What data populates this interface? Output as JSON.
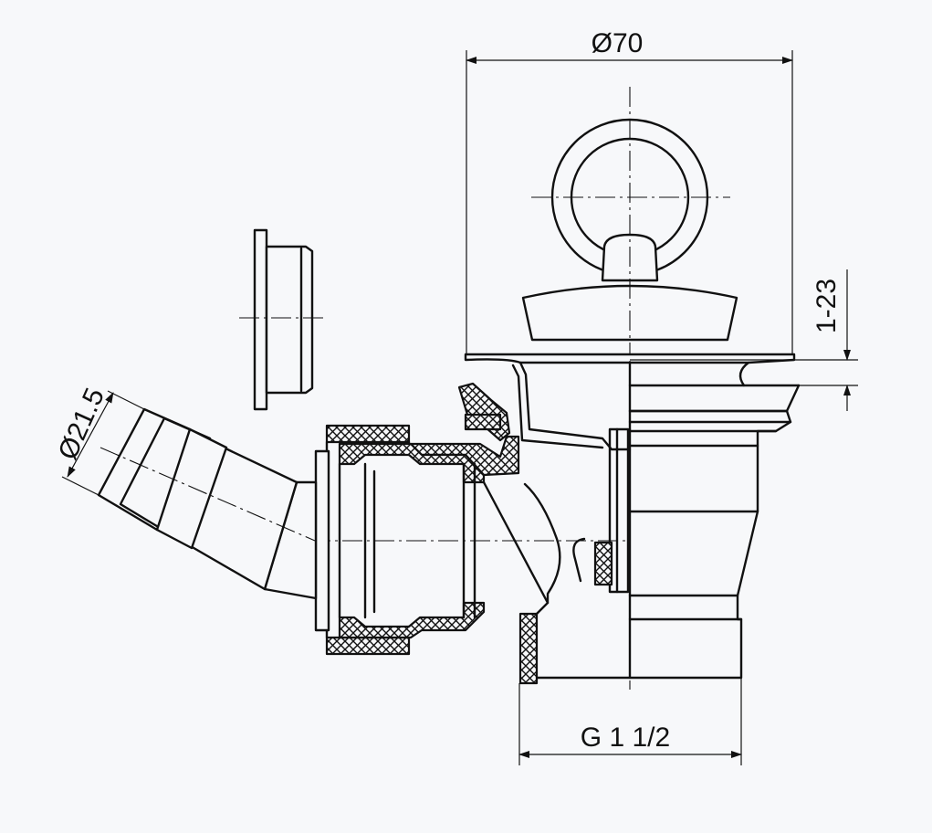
{
  "dimensions": {
    "outer_diameter": "Ø70",
    "hose_diameter": "Ø21.5",
    "height_range": "1-23",
    "thread": "G 1 1/2"
  },
  "colors": {
    "background": "#f7f8fa",
    "line": "#111111"
  }
}
